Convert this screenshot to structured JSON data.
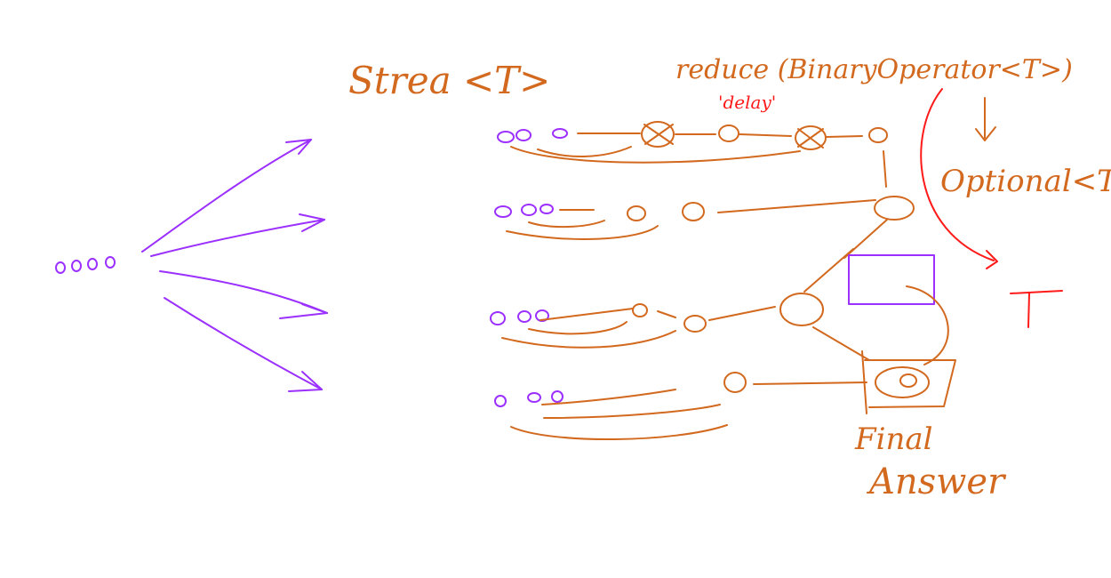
{
  "colors": {
    "orange": "#d2691e",
    "purple": "#9b30ff",
    "red": "#ff1a1a"
  },
  "labels": {
    "stream": "Strea <T>",
    "reduce": "reduce (BinaryOperator<T>)",
    "delay": "'delay'",
    "optional": "Optional<T>",
    "t_result": "T",
    "final_answer_line1": "Final",
    "final_answer_line2": "Answer"
  }
}
